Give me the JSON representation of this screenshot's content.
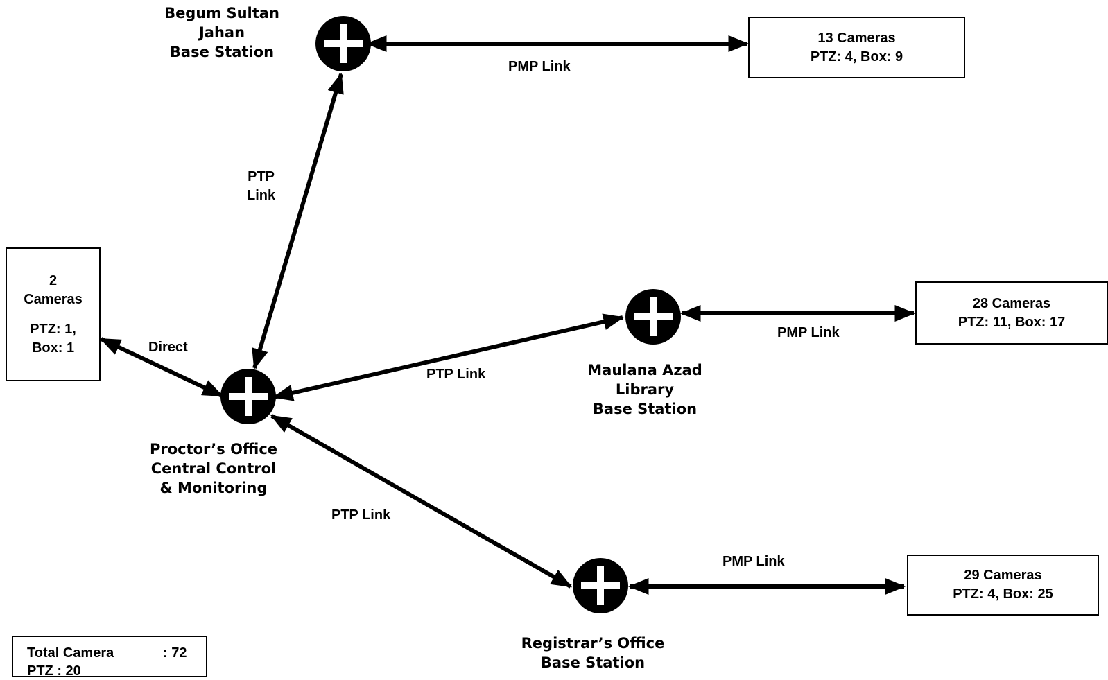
{
  "base_stations": {
    "begum": [
      "Begum Sultan",
      "Jahan",
      "Base Station"
    ],
    "maulana": [
      "Maulana Azad",
      "Library",
      "Base Station"
    ],
    "registrar": [
      "Registrar’s Office",
      "Base Station"
    ],
    "proctor": [
      "Proctor’s Office",
      "Central Control",
      "& Monitoring"
    ]
  },
  "camera_boxes": {
    "begum": [
      "13 Cameras",
      "PTZ: 4, Box: 9"
    ],
    "maulana": [
      "28 Cameras",
      "PTZ: 11, Box: 17"
    ],
    "registrar": [
      "29 Cameras",
      "PTZ: 4, Box: 25"
    ],
    "proctor": {
      "top": [
        "2",
        "Cameras"
      ],
      "bottom": [
        "PTZ: 1,",
        "Box: 1"
      ]
    }
  },
  "links": {
    "pmp_begum": "PMP Link",
    "pmp_maulana": "PMP Link",
    "pmp_registrar": "PMP Link",
    "ptp_begum": [
      "PTP",
      "Link"
    ],
    "ptp_maulana": "PTP Link",
    "ptp_registrar": "PTP Link",
    "direct": "Direct"
  },
  "summary": {
    "total_label": "Total Camera",
    "total_value": ": 72",
    "ptz_label": "PTZ : 20"
  }
}
